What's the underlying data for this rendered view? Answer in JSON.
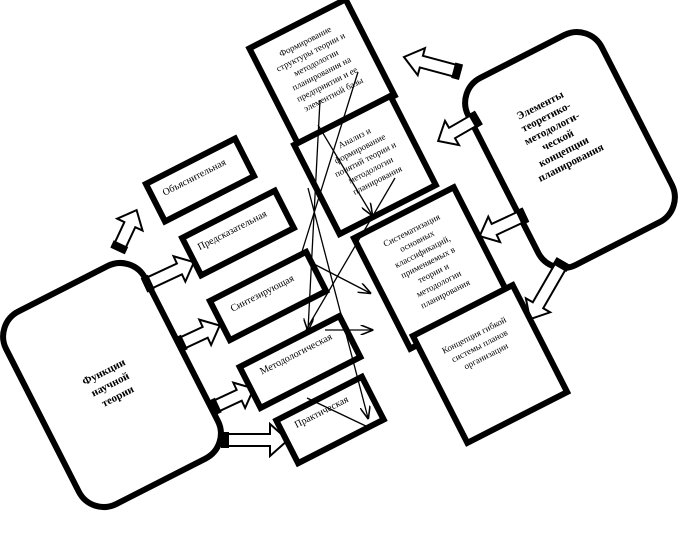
{
  "left_node": {
    "lines": [
      "Функции",
      "научной",
      "теории"
    ]
  },
  "right_node": {
    "lines": [
      "Элементы",
      "теоретико-",
      "методологи-",
      "ческой",
      "концепции",
      "планирования"
    ]
  },
  "functions": [
    {
      "label": "Объяснительная"
    },
    {
      "label": "Предсказательная"
    },
    {
      "label": "Синтезирующая"
    },
    {
      "label": "Методологическая"
    },
    {
      "label": "Практическая"
    }
  ],
  "elements": [
    {
      "lines": [
        "Формирование",
        "структуры теории и",
        "методологии",
        "планирования на",
        "предприятии и ее",
        "элементной базы"
      ]
    },
    {
      "lines": [
        "Анализ и",
        "формирование",
        "понятий теории и",
        "методологии",
        "планирования"
      ]
    },
    {
      "lines": [
        "Систематизация",
        "основных",
        "классификаций,",
        "применяемых в",
        "теории и",
        "методологии",
        "планирования"
      ]
    },
    {
      "lines": [
        "Концепция гибкой",
        "системы планов",
        "организации"
      ]
    }
  ],
  "colors": {
    "stroke": "#000000",
    "background": "#ffffff"
  }
}
